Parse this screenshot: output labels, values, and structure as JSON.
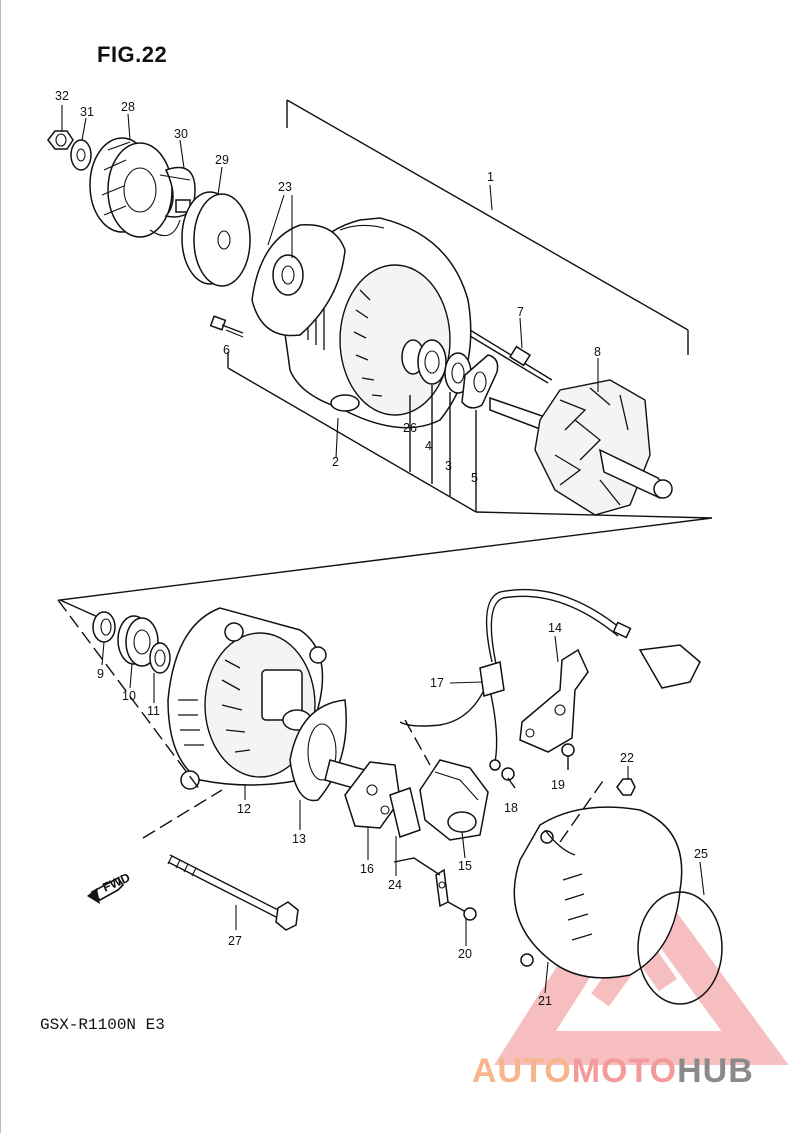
{
  "figure": {
    "title": "FIG.22",
    "model": "GSX-R1100N E3",
    "fwd_label": "FWD"
  },
  "watermark": {
    "part1": "AUTO",
    "part2": "MOTO",
    "part3": "HUB",
    "colors": {
      "auto": "#f6b58a",
      "moto": "#f39b9b",
      "hub": "#8a8a8a",
      "triangle": "#f08a8a"
    }
  },
  "callouts": {
    "c1": "1",
    "c2": "2",
    "c3": "3",
    "c4": "4",
    "c5": "5",
    "c6": "6",
    "c7": "7",
    "c8": "8",
    "c9": "9",
    "c10": "10",
    "c11": "11",
    "c12": "12",
    "c13": "13",
    "c14": "14",
    "c15": "15",
    "c16": "16",
    "c17": "17",
    "c18": "18",
    "c19": "19",
    "c20": "20",
    "c21": "21",
    "c22": "22",
    "c23": "23",
    "c24": "24",
    "c25": "25",
    "c26": "26",
    "c27": "27",
    "c28": "28",
    "c29": "29",
    "c30": "30",
    "c31": "31",
    "c32": "32"
  }
}
